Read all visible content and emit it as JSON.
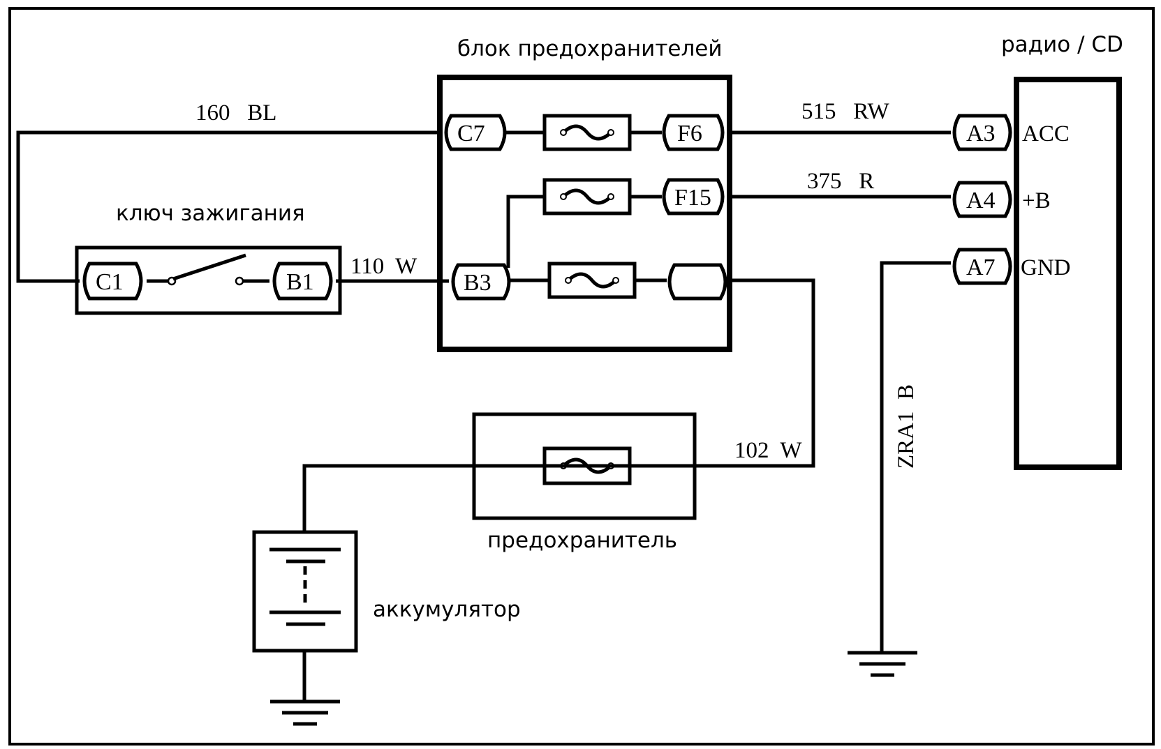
{
  "labels": {
    "fuse_block": "блок предохранителей",
    "radio": "радио / CD",
    "ignition": "ключ зажигания",
    "fuse": "предохранитель",
    "battery": "аккумулятор"
  },
  "wires": {
    "w160": "160   BL",
    "w515": "515   RW",
    "w375": "375   R",
    "w110": "110  W",
    "w102": "102  W",
    "zra1": "ZRA1  B"
  },
  "pins": {
    "C7": "C7",
    "F6": "F6",
    "F15": "F15",
    "B3": "B3",
    "C1": "C1",
    "B1": "B1",
    "A3": "A3",
    "A4": "A4",
    "A7": "A7"
  },
  "radio_terminals": {
    "acc": "ACC",
    "plus_b": "+B",
    "gnd": "GND"
  }
}
